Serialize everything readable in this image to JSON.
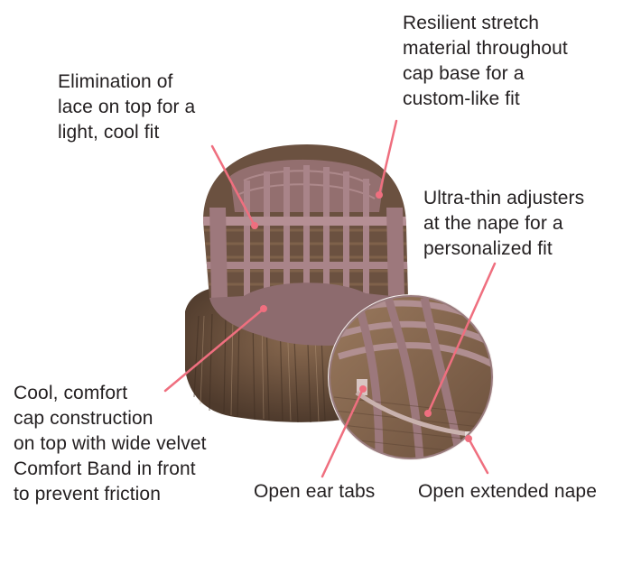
{
  "callouts": {
    "lace_top": "Elimination of\nlace on top for a\nlight, cool fit",
    "stretch_material": "Resilient stretch\nmaterial throughout\ncap base for a\ncustom-like fit",
    "nape_adjusters": "Ultra-thin adjusters\nat the nape for a\npersonalized fit",
    "comfort_band": "Cool, comfort\ncap construction\non top with wide velvet\nComfort Band in front\nto prevent friction",
    "ear_tabs": "Open ear tabs",
    "extended_nape": "Open extended nape"
  },
  "colors": {
    "leader_line": "#ef6f7f",
    "cap_mesh": "#a07b80",
    "hair": "#6e5340",
    "comfort_band": "#8d6b6e",
    "text": "#231f20"
  }
}
